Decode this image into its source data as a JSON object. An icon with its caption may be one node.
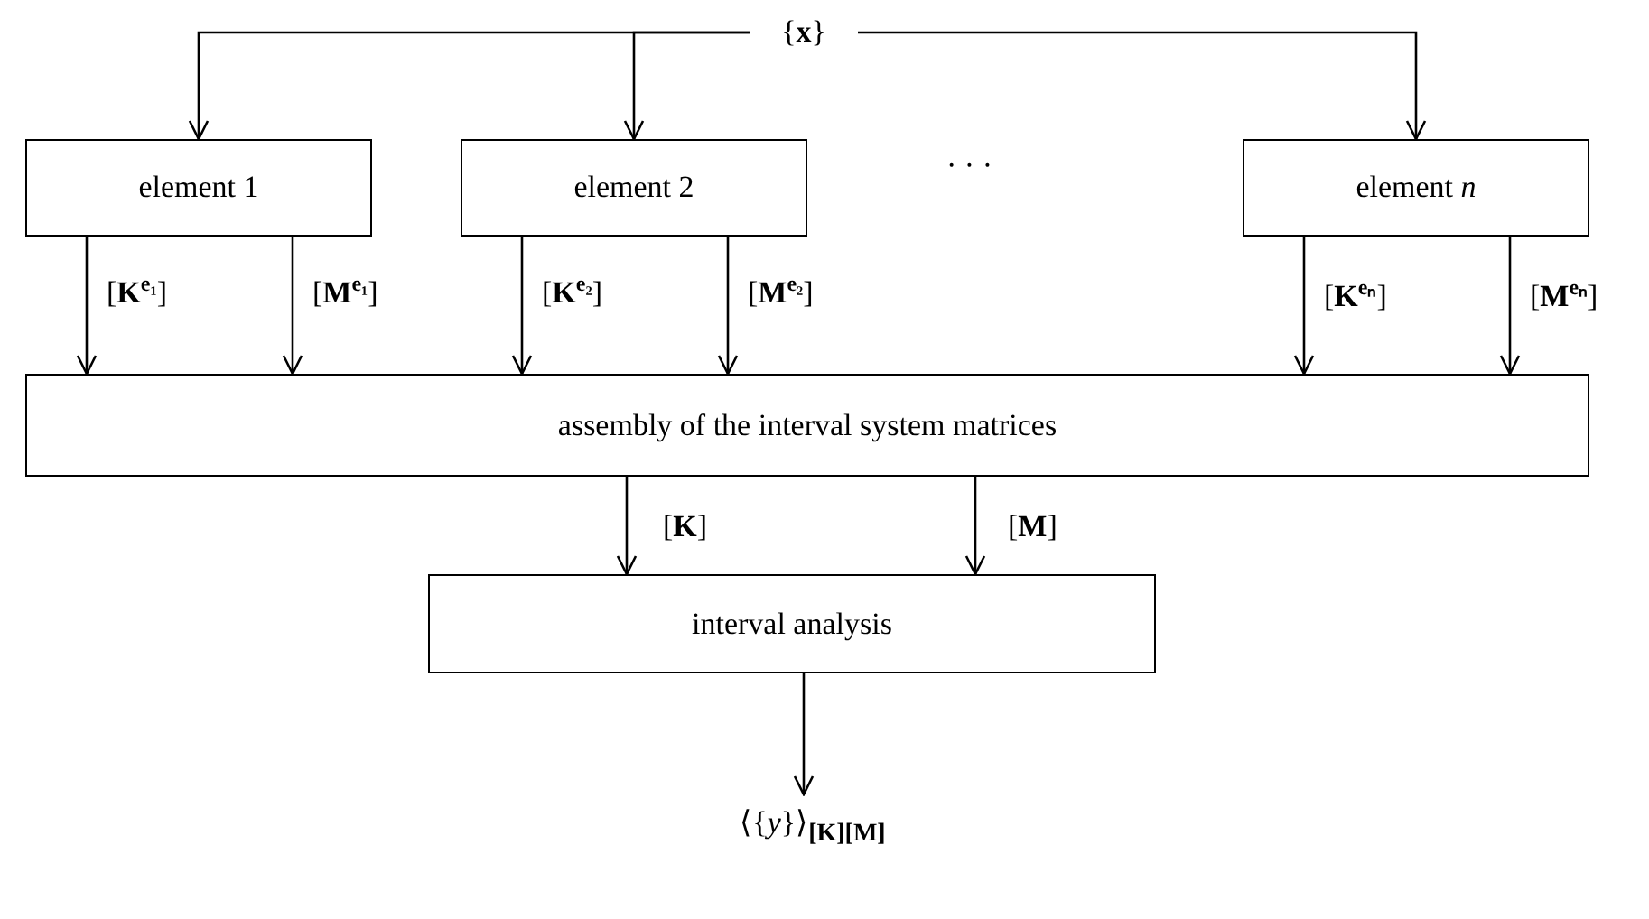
{
  "diagram": {
    "nodes": [
      {
        "text": [
          "{**x**}"
        ]
      },
      {
        "text": [
          "element 1"
        ]
      },
      {
        "text": [
          "element 2"
        ]
      },
      {
        "text": [
          "element *n*"
        ]
      },
      {
        "text": [
          "assembly of the interval system matrices"
        ]
      },
      {
        "text": [
          "interval analysis"
        ]
      },
      {
        "text": [
          "⟨{*y*}⟩$_{[K][M]}$"
        ]
      }
    ],
    "edges": [
      {
        "from": 0,
        "to": 1,
        "arrow": "to"
      },
      {
        "from": 0,
        "to": 2,
        "arrow": "to"
      },
      {
        "from": 0,
        "to": 3,
        "arrow": "to"
      },
      {
        "from": 1,
        "to": 4,
        "arrow": "to",
        "label": "[**K**$^{e₁}$]"
      },
      {
        "from": 1,
        "to": 4,
        "arrow": "to",
        "label": "[**M**$^{e₁}$]"
      },
      {
        "from": 2,
        "to": 4,
        "arrow": "to",
        "label": "[**K**$^{e₂}$]"
      },
      {
        "from": 2,
        "to": 4,
        "arrow": "to",
        "label": "[**M**$^{e₂}$]"
      },
      {
        "from": 3,
        "to": 4,
        "arrow": "to",
        "label": "[**K**$^{eₙ}$]"
      },
      {
        "from": 3,
        "to": 4,
        "arrow": "to",
        "label": "[**M**$^{eₙ}$]"
      },
      {
        "from": 4,
        "to": 5,
        "arrow": "to",
        "label": "[**K**]"
      },
      {
        "from": 4,
        "to": 5,
        "arrow": "to",
        "label": "[**M**]"
      },
      {
        "from": 5,
        "to": 6,
        "arrow": "to"
      }
    ],
    "labels": [
      "· · ·"
    ]
  }
}
